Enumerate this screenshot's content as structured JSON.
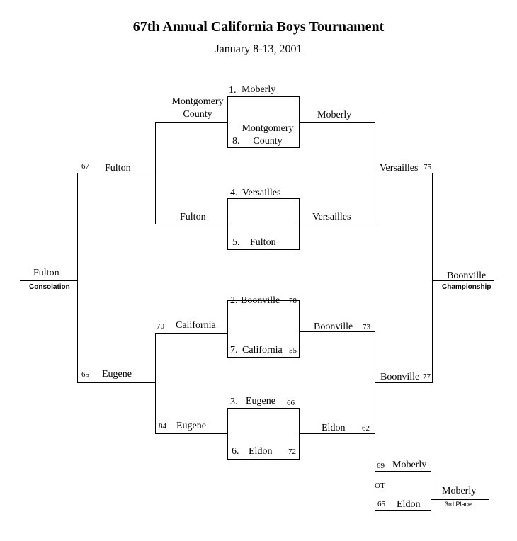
{
  "title": "67th Annual California Boys Tournament",
  "subtitle": "January 8-13, 2001",
  "seeds": {
    "box1": {
      "top_seed": "1.",
      "top_team": "Moberly",
      "bottom_seed": "8.",
      "bottom_team_line1": "Montgomery",
      "bottom_team_line2": "County"
    },
    "box2": {
      "top_seed": "4.",
      "top_team": "Versailles",
      "bottom_seed": "5.",
      "bottom_team": "Fulton"
    },
    "box3": {
      "top_seed": "2.",
      "top_team": "Boonville",
      "top_score": "78",
      "bottom_seed": "7.",
      "bottom_team": "California",
      "bottom_score": "55"
    },
    "box4": {
      "top_seed": "3.",
      "top_team": "Eugene",
      "top_score": "66",
      "bottom_seed": "6.",
      "bottom_team": "Eldon",
      "bottom_score": "72"
    }
  },
  "consolation_r1": {
    "a_line1": "Montgomery",
    "a_line2": "County",
    "b": "Fulton",
    "c": "California",
    "c_score": "70",
    "d": "Eugene",
    "d_score": "84"
  },
  "consolation_r2": {
    "top": "Fulton",
    "top_score": "67",
    "bottom": "Eugene",
    "bottom_score": "65"
  },
  "consolation_final": {
    "winner": "Fulton",
    "label": "Consolation"
  },
  "championship_r1": {
    "a": "Moberly",
    "b": "Versailles",
    "c": "Boonville",
    "c_score": "73",
    "d": "Eldon",
    "d_score": "62"
  },
  "championship_r2": {
    "top": "Versailles",
    "top_score": "75",
    "bottom": "Boonville",
    "bottom_score": "77"
  },
  "championship_final": {
    "winner": "Boonville",
    "label": "Championship"
  },
  "third_place": {
    "top": "Moberly",
    "top_score": "69",
    "ot": "OT",
    "bottom": "Eldon",
    "bottom_score": "65",
    "winner": "Moberly",
    "label": "3rd Place"
  }
}
